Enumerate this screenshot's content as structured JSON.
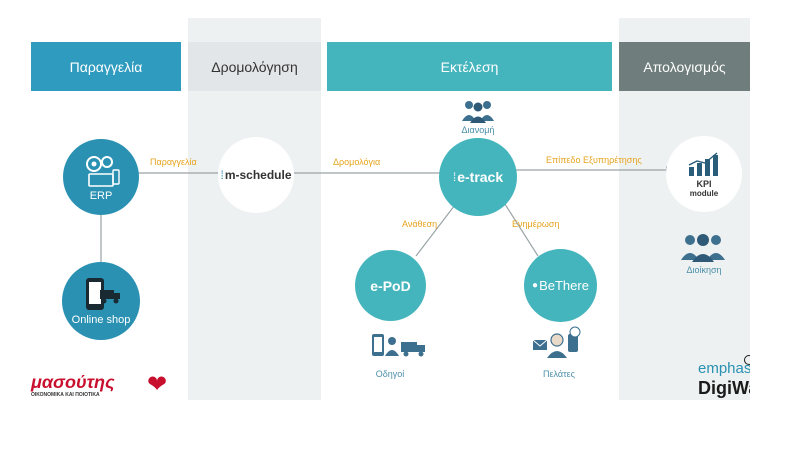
{
  "columns": {
    "order": "Παραγγελία",
    "routing": "Δρομολόγηση",
    "execution": "Εκτέλεση",
    "review": "Απολογισμός"
  },
  "colors": {
    "order_header": "#2e9bbf",
    "routing_header": "#e3e6e8",
    "execution_header": "#45b5bd",
    "review_header": "#6f7d7c",
    "band_bg": "#eef1f1",
    "node_blue": "#2a91b2",
    "node_teal": "#45b5bd",
    "accent_label": "#e6a31e"
  },
  "nodes": {
    "erp": "ERP",
    "online_shop": "Online shop",
    "mschedule": "m-schedule",
    "etrack": "e-track",
    "epod": "e-PoD",
    "bethere": "BeThere",
    "kpi": "KPI",
    "kpi_sub": "module"
  },
  "edges": {
    "order": "Παραγγελία",
    "routes": "Δρομολόγια",
    "service_level": "Επίπεδο Εξυπηρέτησης",
    "assignment": "Ανάθεση",
    "update": "Ενημέρωση"
  },
  "captions": {
    "distribution": "Διανομή",
    "drivers": "Οδηγοί",
    "customers": "Πελάτες",
    "management": "Διοίκηση"
  },
  "logos": {
    "masoutis": "μασούτης",
    "masoutis_sub": "ΟΙΚΟΝΟΜΙΚΑ ΚΑΙ ΠΟΙΟΤΙΚΑ",
    "emphasis": "emphasis",
    "digiwave": "DigiWave"
  }
}
